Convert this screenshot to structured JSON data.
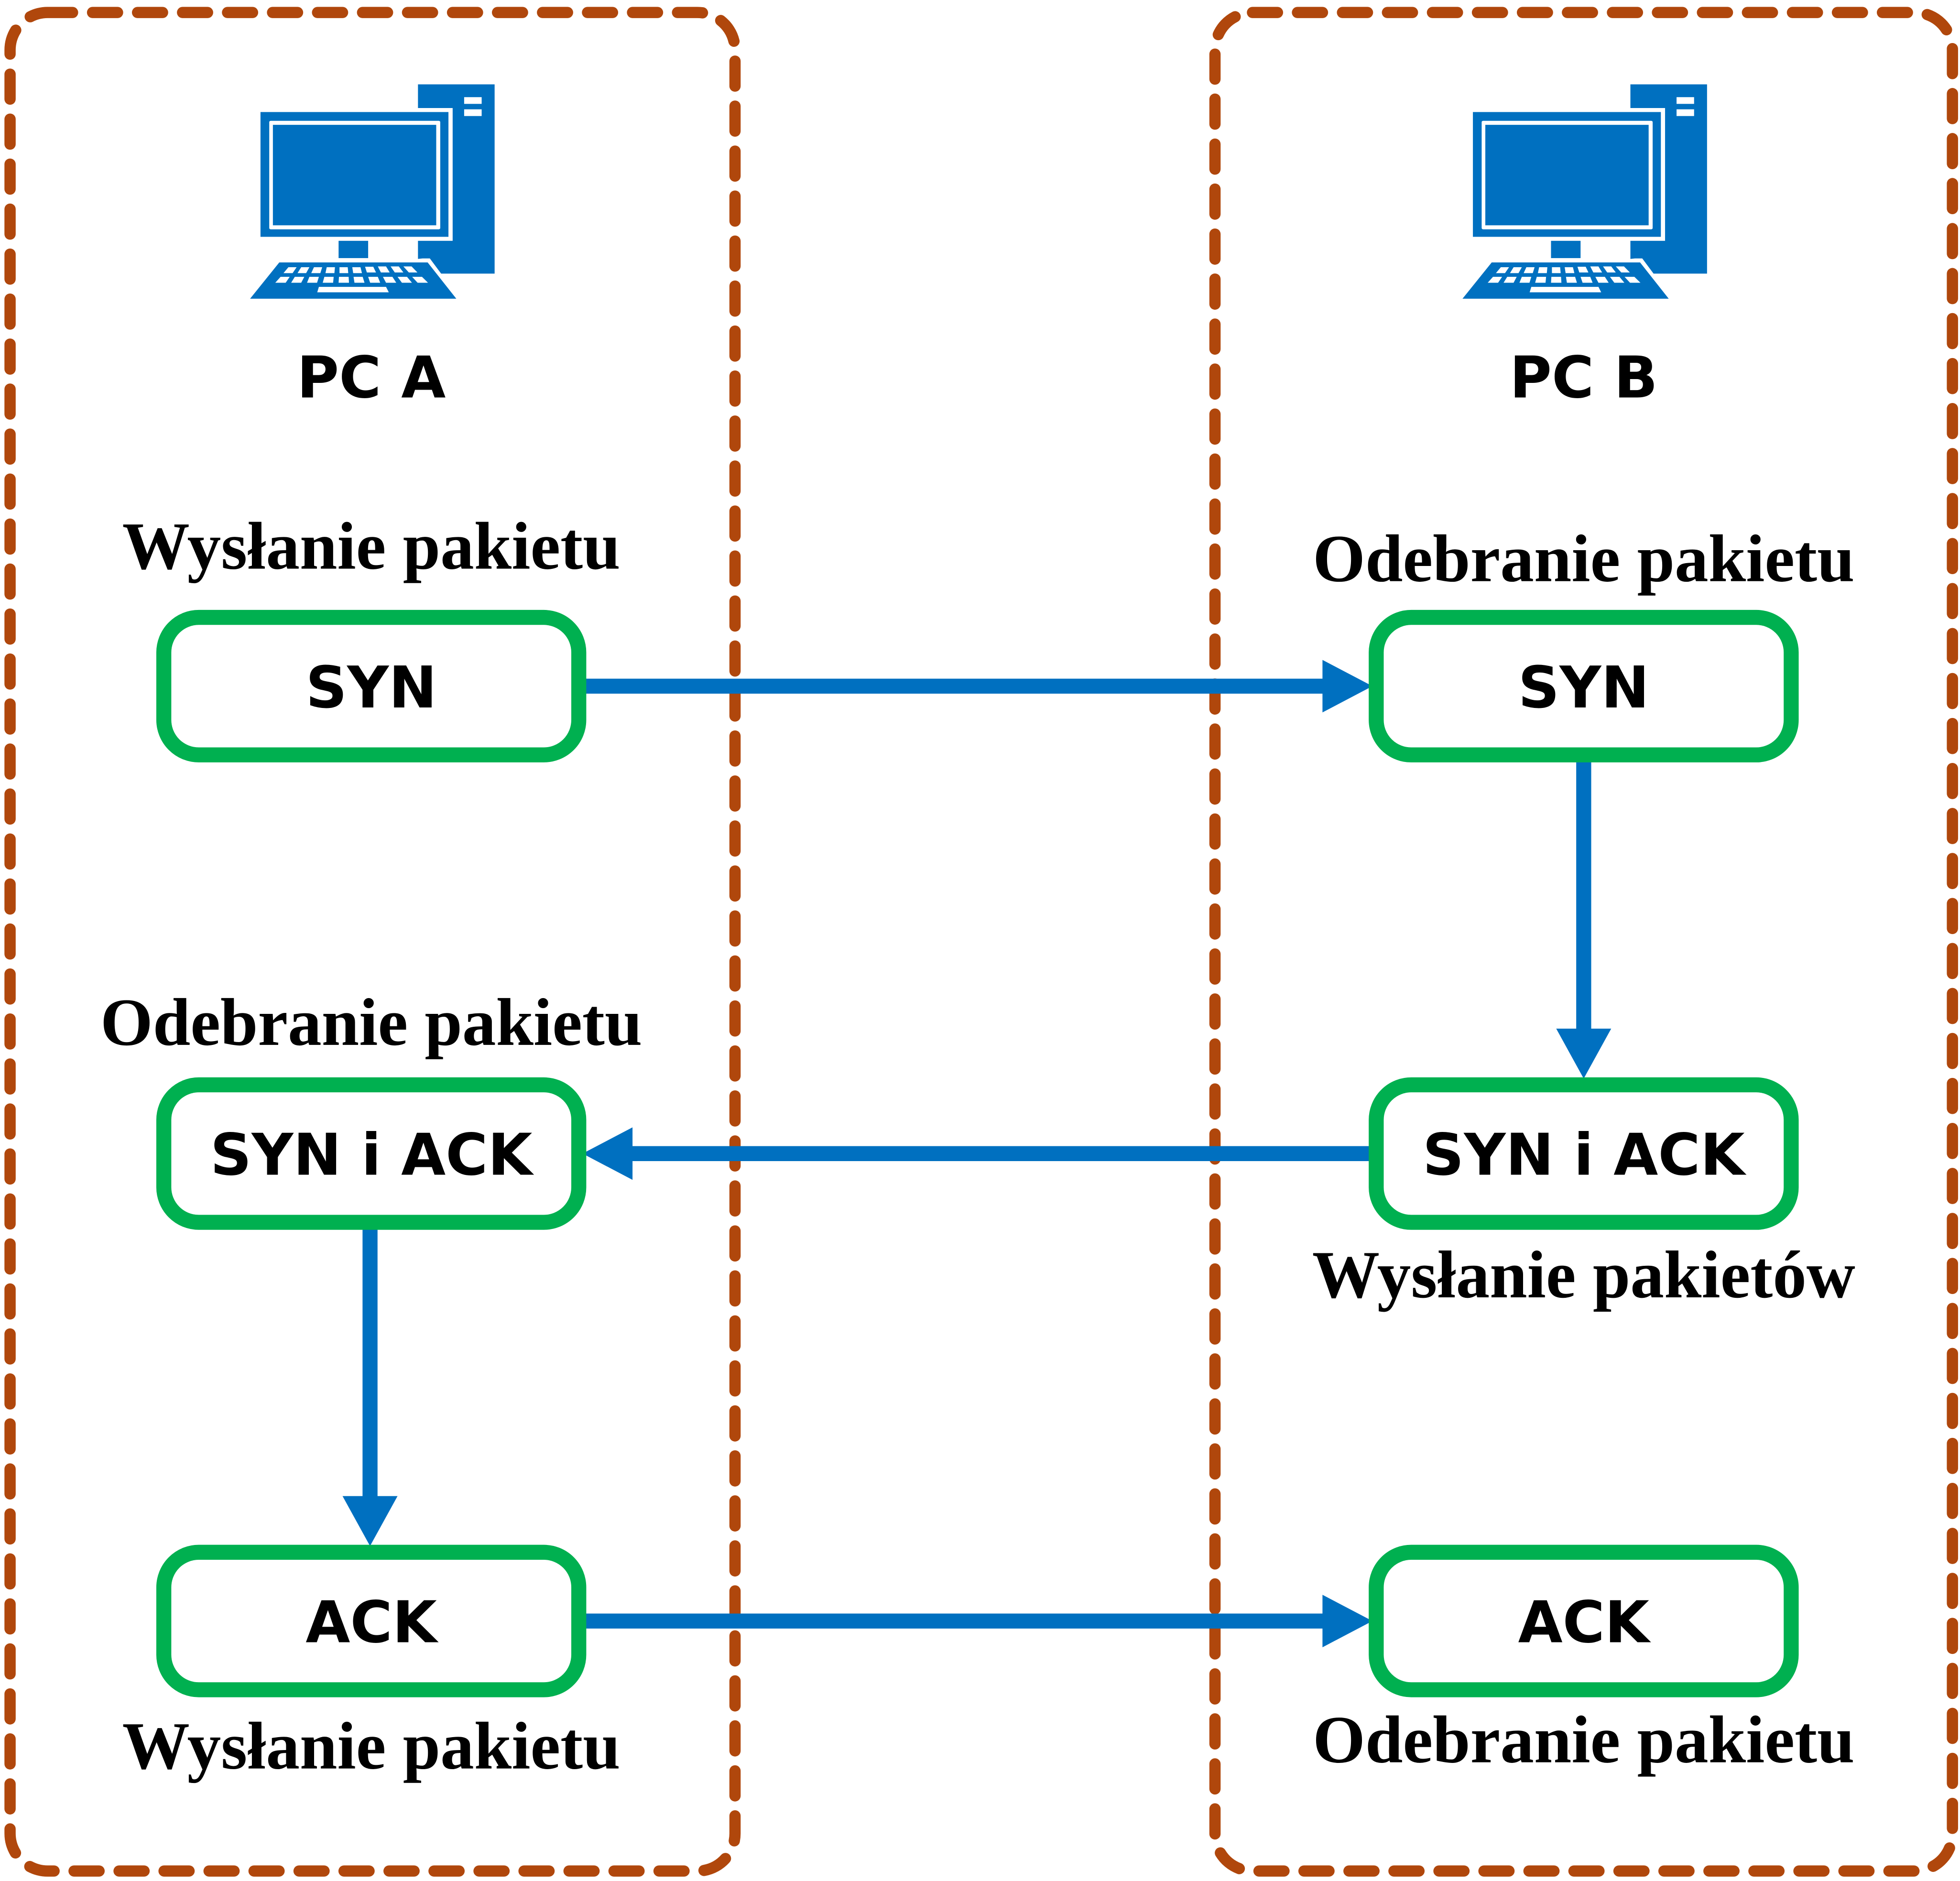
{
  "colors": {
    "container_border": "#B0470C",
    "packet_box_border": "#00B050",
    "arrow": "#0070C0",
    "computer_icon": "#0070C0"
  },
  "left": {
    "icon": "desktop-computer-icon",
    "title": "PC A",
    "captions": [
      "Wysłanie pakietu",
      "Odebranie pakietu",
      "Wysłanie pakietu"
    ],
    "packets": [
      "SYN",
      "SYN i ACK",
      "ACK"
    ]
  },
  "right": {
    "icon": "desktop-computer-icon",
    "title": "PC B",
    "captions": [
      "Odebranie pakietu",
      "Wysłanie pakietów",
      "Odebranie pakietu"
    ],
    "packets": [
      "SYN",
      "SYN i ACK",
      "ACK"
    ]
  }
}
